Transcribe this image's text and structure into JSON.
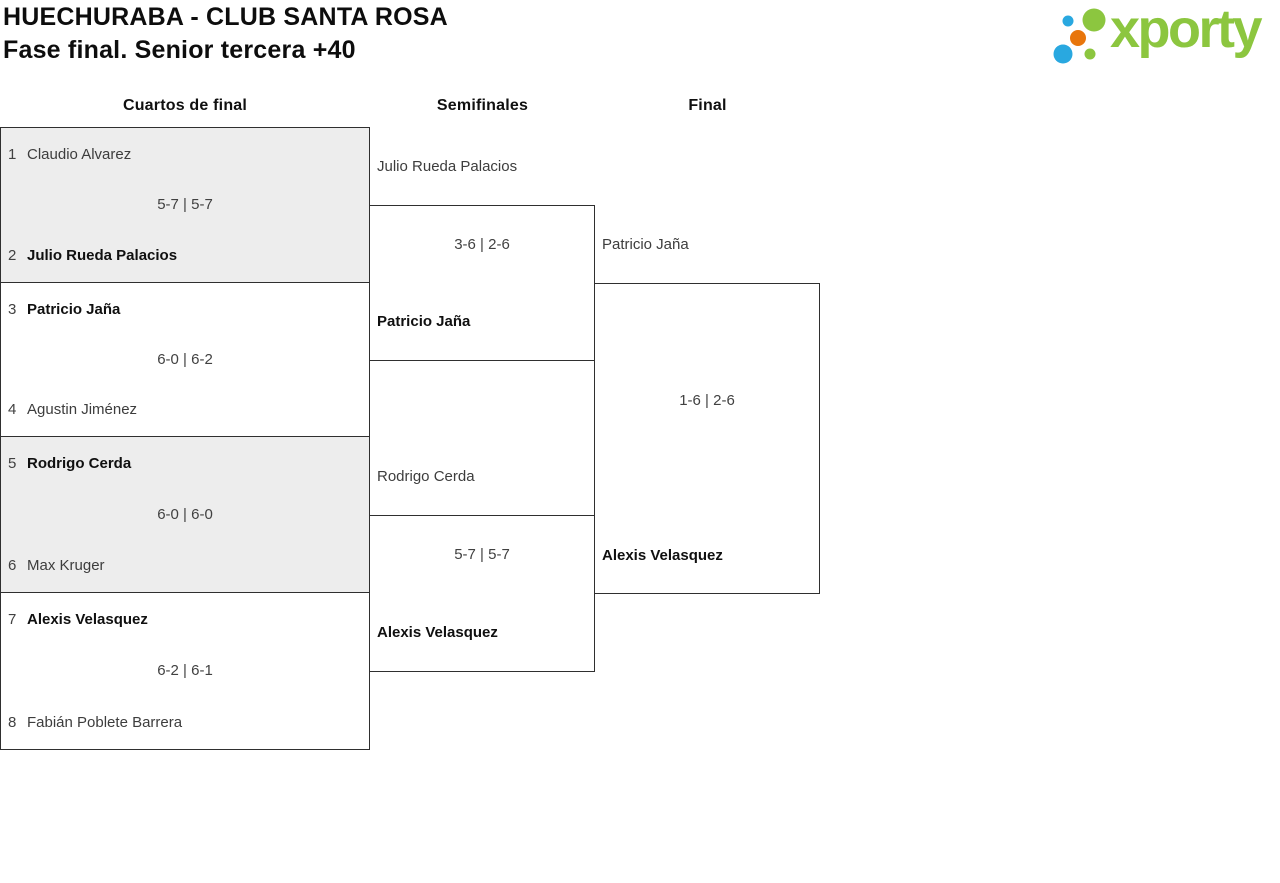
{
  "header": {
    "title": "HUECHURABA - CLUB SANTA ROSA",
    "subtitle": "Fase final. Senior tercera +40"
  },
  "logo": {
    "text": "xporty",
    "colors": {
      "green": "#8cc63f",
      "blue": "#29a8e0",
      "orange": "#e8760c"
    }
  },
  "round_headers": [
    "Cuartos de final",
    "Semifinales",
    "Final"
  ],
  "matches": {
    "quarterfinals": [
      {
        "player1": {
          "seed": "1",
          "name": "Claudio Alvarez",
          "winner": false
        },
        "player2": {
          "seed": "2",
          "name": "Julio Rueda Palacios",
          "winner": true
        },
        "score": "5-7 | 5-7"
      },
      {
        "player1": {
          "seed": "3",
          "name": "Patricio Jaña",
          "winner": true
        },
        "player2": {
          "seed": "4",
          "name": "Agustin Jiménez",
          "winner": false
        },
        "score": "6-0 | 6-2"
      },
      {
        "player1": {
          "seed": "5",
          "name": "Rodrigo Cerda",
          "winner": true
        },
        "player2": {
          "seed": "6",
          "name": "Max Kruger",
          "winner": false
        },
        "score": "6-0 | 6-0"
      },
      {
        "player1": {
          "seed": "7",
          "name": "Alexis Velasquez",
          "winner": true
        },
        "player2": {
          "seed": "8",
          "name": "Fabián Poblete Barrera",
          "winner": false
        },
        "score": "6-2 | 6-1"
      }
    ],
    "semifinals": [
      {
        "player1": {
          "name": "Julio Rueda Palacios",
          "winner": false
        },
        "player2": {
          "name": "Patricio Jaña",
          "winner": true
        },
        "score": "3-6 | 2-6"
      },
      {
        "player1": {
          "name": "Rodrigo Cerda",
          "winner": false
        },
        "player2": {
          "name": "Alexis Velasquez",
          "winner": true
        },
        "score": "5-7 | 5-7"
      }
    ],
    "final": {
      "player1": {
        "name": "Patricio Jaña",
        "winner": false
      },
      "player2": {
        "name": "Alexis Velasquez",
        "winner": true
      },
      "score": "1-6 | 2-6"
    }
  },
  "theme": {
    "box_border": "#2f2f2f",
    "box_fill_alt": "#ededed",
    "text_color": "#414141",
    "winner_color": "#101010"
  }
}
